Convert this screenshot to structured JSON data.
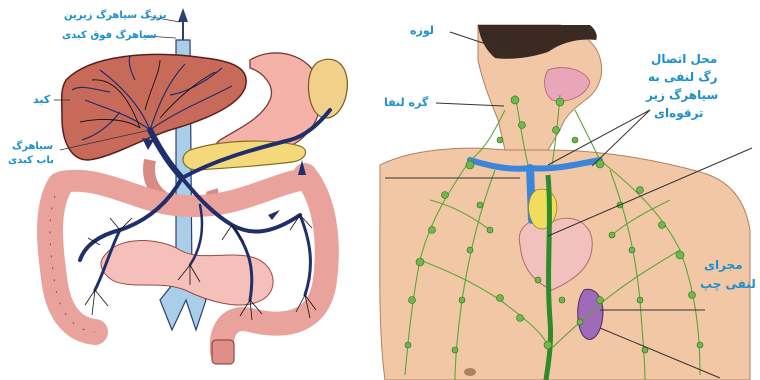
{
  "left_panel": {
    "labels": {
      "ivc": "بزرگ سیاهرگ زیرین",
      "hepatic_vein": "سیاهرگ فوق کبدی",
      "liver": "کبد",
      "portal_vein_line1": "سیاهرگ",
      "portal_vein_line2": "باب کبدی"
    }
  },
  "right_panel": {
    "labels": {
      "tonsil": "لوزه",
      "lymph_node": "گره لنفا",
      "junction_line1": "محل اتصال",
      "junction_line2": "رگ لنفی به",
      "junction_line3": "سیاهرگ زیر",
      "junction_line4": "ترقوه‌ای",
      "left_duct_line1": "مجرای",
      "left_duct_line2": "لنفی چپ"
    }
  },
  "colors": {
    "label_blue": "#1b8fcf",
    "vein_navy": "#1f2f6b",
    "liver": "#c86a5a",
    "intestine": "#f2a6a0",
    "lymph_green": "#5aa83a",
    "skin": "#f1c7a5"
  }
}
